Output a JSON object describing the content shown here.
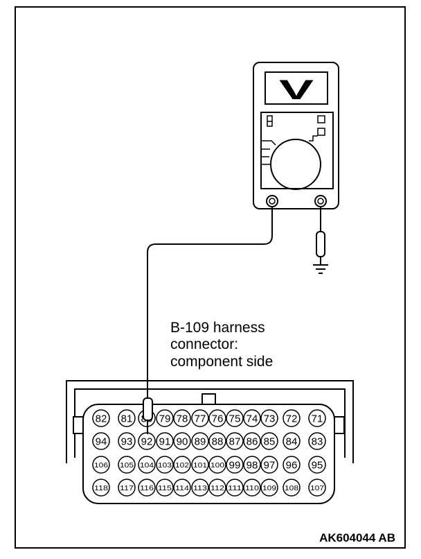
{
  "meter": {
    "display": "V"
  },
  "caption": {
    "lines": [
      "B-109 harness",
      "connector:",
      "component side"
    ]
  },
  "connector": {
    "rows": [
      [
        "82",
        "81",
        "80",
        "79",
        "78",
        "77",
        "76",
        "75",
        "74",
        "73",
        "72",
        "71"
      ],
      [
        "94",
        "93",
        "92",
        "91",
        "90",
        "89",
        "88",
        "87",
        "86",
        "85",
        "84",
        "83"
      ],
      [
        "106",
        "105",
        "104",
        "103",
        "102",
        "101",
        "100",
        "99",
        "98",
        "97",
        "96",
        "95"
      ],
      [
        "118",
        "117",
        "116",
        "115",
        "114",
        "113",
        "112",
        "111",
        "110",
        "109",
        "108",
        "107"
      ]
    ]
  },
  "figure_code": "AK604044 AB"
}
